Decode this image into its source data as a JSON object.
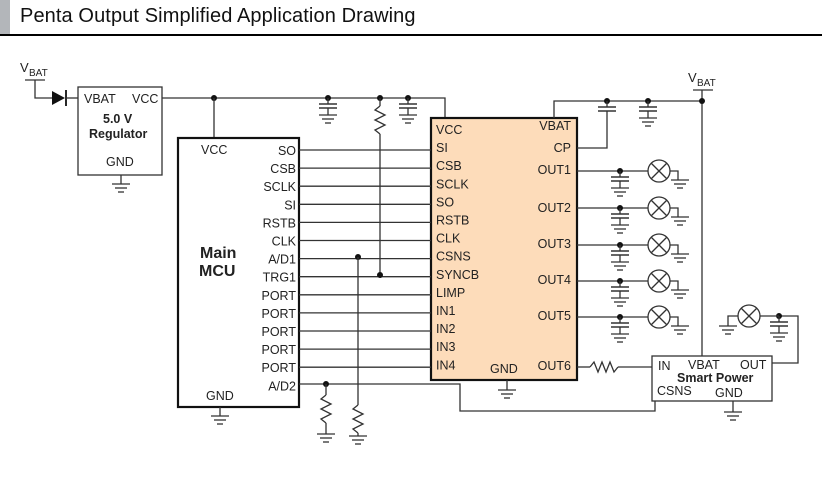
{
  "title": "Penta Output Simplified Application Drawing",
  "colors": {
    "chip_fill": "#fddcba",
    "title_accent": "#b3b6ba"
  },
  "power": {
    "vbat_left": "VBAT",
    "vbat_right": "VBAT",
    "vbat_main": "V",
    "vbat_sub": "BAT"
  },
  "regulator": {
    "pin_vbat": "VBAT",
    "pin_vcc": "VCC",
    "line1": "5.0 V",
    "line2": "Regulator",
    "pin_gnd": "GND"
  },
  "mcu": {
    "name_line1": "Main",
    "name_line2": "MCU",
    "pin_vcc": "VCC",
    "pin_gnd": "GND",
    "pins": [
      "SO",
      "CSB",
      "SCLK",
      "SI",
      "RSTB",
      "CLK",
      "A/D1",
      "TRG1",
      "PORT",
      "PORT",
      "PORT",
      "PORT",
      "PORT",
      "A/D2"
    ]
  },
  "chip": {
    "left_pins": [
      "VCC",
      "SI",
      "CSB",
      "SCLK",
      "SO",
      "RSTB",
      "CLK",
      "CSNS",
      "SYNCB",
      "LIMP",
      "IN1",
      "IN2",
      "IN3",
      "IN4"
    ],
    "right_pins": [
      "VBAT",
      "CP",
      "OUT1",
      "OUT2",
      "OUT3",
      "OUT4",
      "OUT5",
      "OUT6"
    ],
    "gnd": "GND"
  },
  "smart_power": {
    "pin_in": "IN",
    "pin_vbat": "VBAT",
    "pin_out": "OUT",
    "name": "Smart Power",
    "pin_csns": "CSNS",
    "pin_gnd": "GND"
  }
}
